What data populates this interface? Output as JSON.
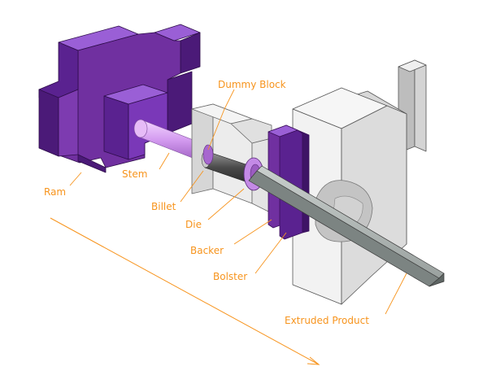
{
  "diagram": {
    "title": "Direct extrusion press",
    "labels": {
      "dummy_block": "Dummy Block",
      "ram": "Ram",
      "stem": "Stem",
      "billet": "Billet",
      "die": "Die",
      "backer": "Backer",
      "bolster": "Bolster",
      "extruded_product": "Extruded Product"
    },
    "colors": {
      "label": "#f7941d",
      "leader": "#f7941d",
      "ram_front": "#7030a0",
      "ram_side": "#4b1a78",
      "ram_top": "#9a5fd6",
      "stem": "#d49cf0",
      "billet": "#555555",
      "container": "#e7e7e7",
      "housing": "#eeeeee",
      "product": "#8a9290",
      "outline": "#444444"
    }
  }
}
